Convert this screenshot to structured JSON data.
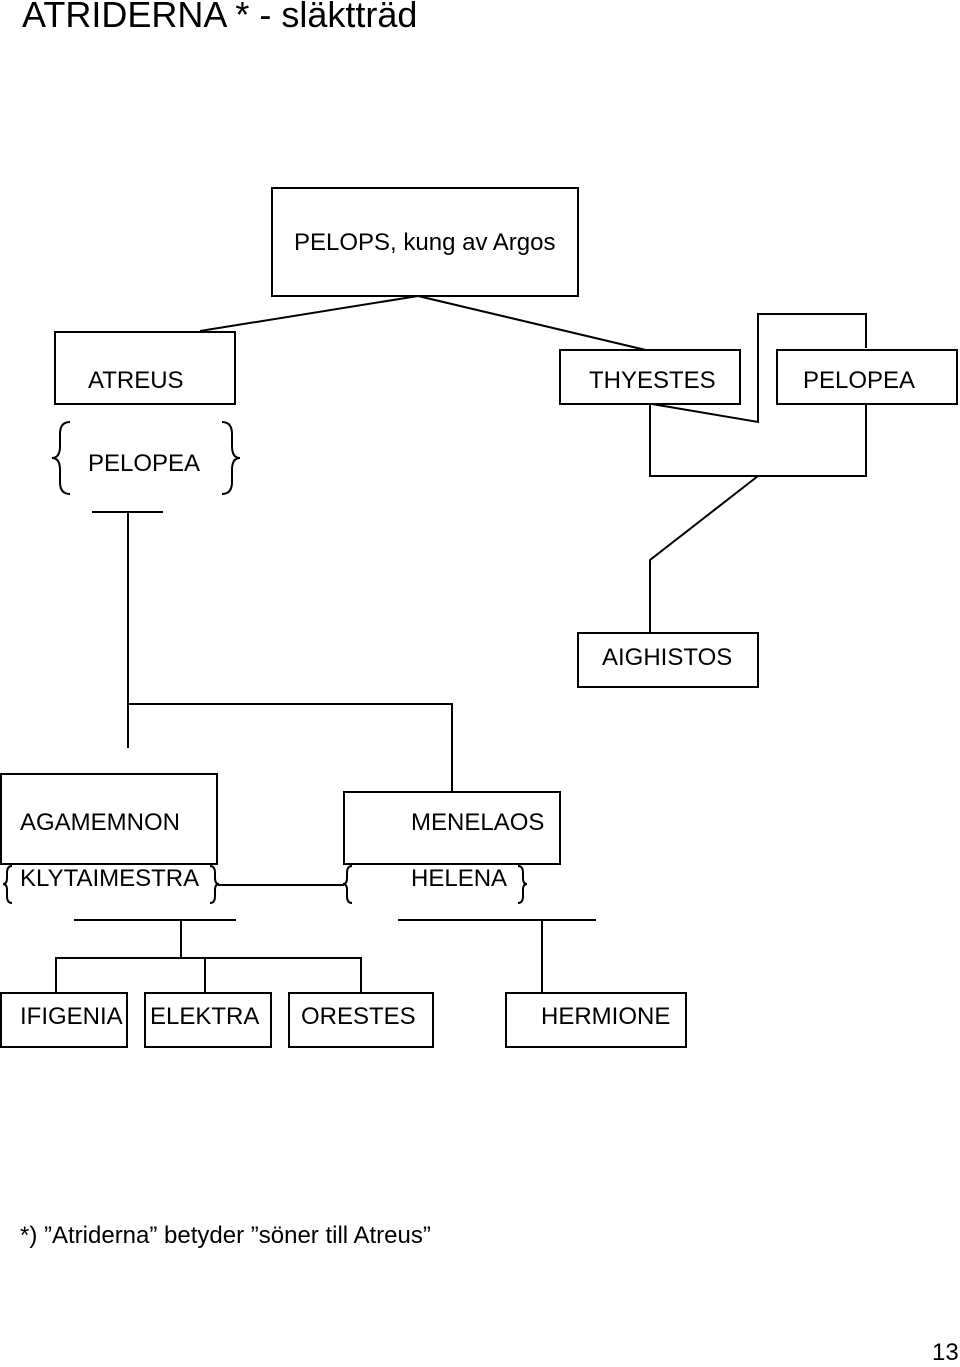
{
  "title": "ATRIDERNA * - släktträd",
  "nodes": {
    "pelops": "PELOPS, kung av Argos",
    "atreus": "ATREUS",
    "atreus_wife": "PELOPEA",
    "thyestes": "THYESTES",
    "pelopea": "PELOPEA",
    "aighistos": "AIGHISTOS",
    "agamemnon": "AGAMEMNON",
    "klytaimestra": "KLYTAIMESTRA",
    "menelaos": "MENELAOS",
    "helena": "HELENA",
    "ifigenia": "IFIGENIA",
    "elektra": "ELEKTRA",
    "orestes": "ORESTES",
    "hermione": "HERMIONE"
  },
  "footnote": "*) ”Atriderna” betyder ”söner till Atreus”",
  "page_number": "13"
}
